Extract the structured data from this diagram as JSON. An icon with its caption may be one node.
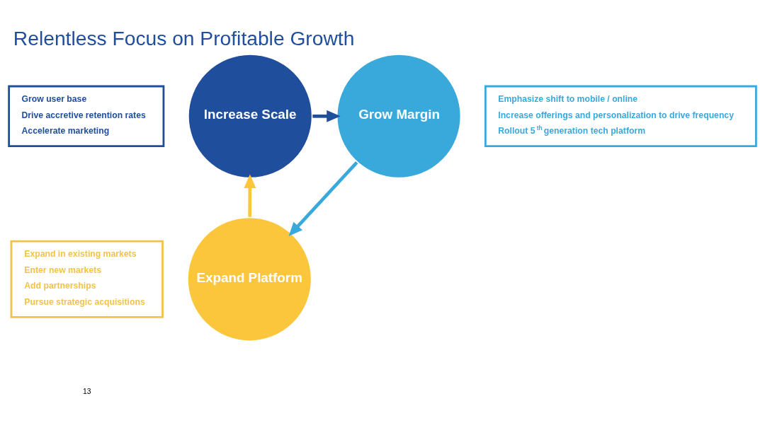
{
  "diagram": {
    "title": "Relentless Focus on Profitable Growth",
    "nodes": [
      {
        "text": [
          "Increase Scale"
        ]
      },
      {
        "text": [
          "Grow Margin"
        ]
      },
      {
        "text": [
          "Expand Platform"
        ]
      },
      {
        "text": [
          "Grow user base",
          "Drive accretive retention rates",
          "Accelerate marketing"
        ]
      },
      {
        "text": [
          "Emphasize shift to mobile / online",
          "Increase offerings and personalization to drive frequency",
          "Rollout 5$^{th}$ generation tech platform"
        ]
      },
      {
        "text": [
          "Expand in existing markets",
          "Enter new markets",
          "Add partnerships",
          "Pursue strategic acquisitions"
        ]
      }
    ],
    "edges": [
      {
        "from": 0,
        "to": 1,
        "arrow": "to"
      },
      {
        "from": 1,
        "to": 2,
        "arrow": "to",
        "color": "#39a9dc"
      },
      {
        "from": 2,
        "to": 0,
        "arrow": "to",
        "color": "#fbc63c"
      }
    ],
    "labels": [
      "13"
    ]
  }
}
